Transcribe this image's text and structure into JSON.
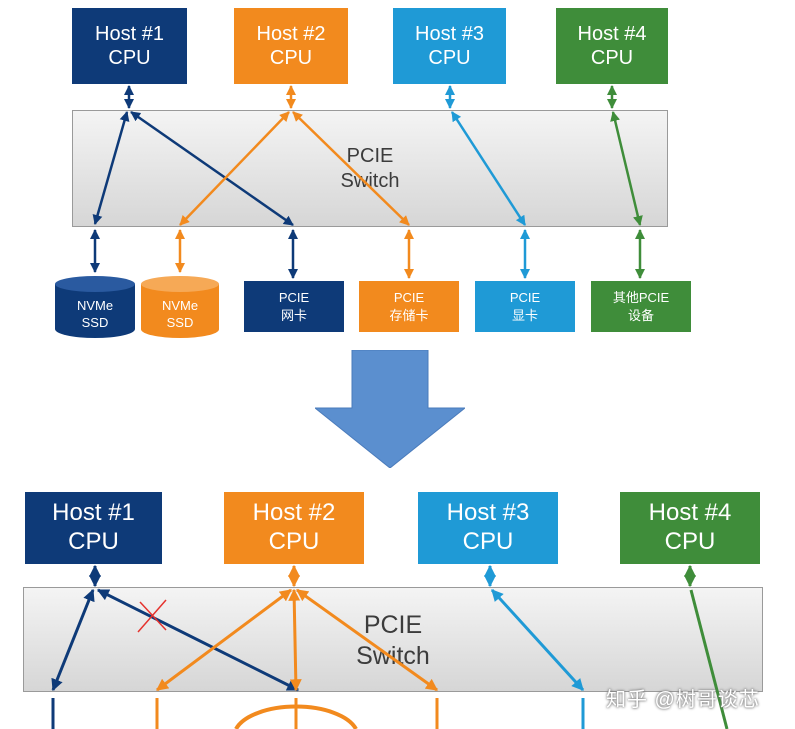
{
  "colors": {
    "host1": "#0e3a78",
    "host2": "#f28a1e",
    "host3": "#1f9ad6",
    "host4": "#3f8d3a",
    "arrow": "#5b8fcf",
    "cross": "#e5322d"
  },
  "top": {
    "hosts": [
      {
        "line1": "Host #1",
        "line2": "CPU"
      },
      {
        "line1": "Host #2",
        "line2": "CPU"
      },
      {
        "line1": "Host #3",
        "line2": "CPU"
      },
      {
        "line1": "Host #4",
        "line2": "CPU"
      }
    ],
    "switch": {
      "line1": "PCIE",
      "line2": "Switch"
    },
    "devices": [
      {
        "line1": "NVMe",
        "line2": "SSD"
      },
      {
        "line1": "NVMe",
        "line2": "SSD"
      },
      {
        "line1": "PCIE",
        "line2": "网卡"
      },
      {
        "line1": "PCIE",
        "line2": "存储卡"
      },
      {
        "line1": "PCIE",
        "line2": "显卡"
      },
      {
        "line1": "其他PCIE",
        "line2": "设备"
      }
    ]
  },
  "bottom": {
    "hosts": [
      {
        "line1": "Host #1",
        "line2": "CPU"
      },
      {
        "line1": "Host #2",
        "line2": "CPU"
      },
      {
        "line1": "Host #3",
        "line2": "CPU"
      },
      {
        "line1": "Host #4",
        "line2": "CPU"
      }
    ],
    "switch": {
      "line1": "PCIE",
      "line2": "Switch"
    }
  },
  "watermark": "知乎 @树哥谈芯"
}
